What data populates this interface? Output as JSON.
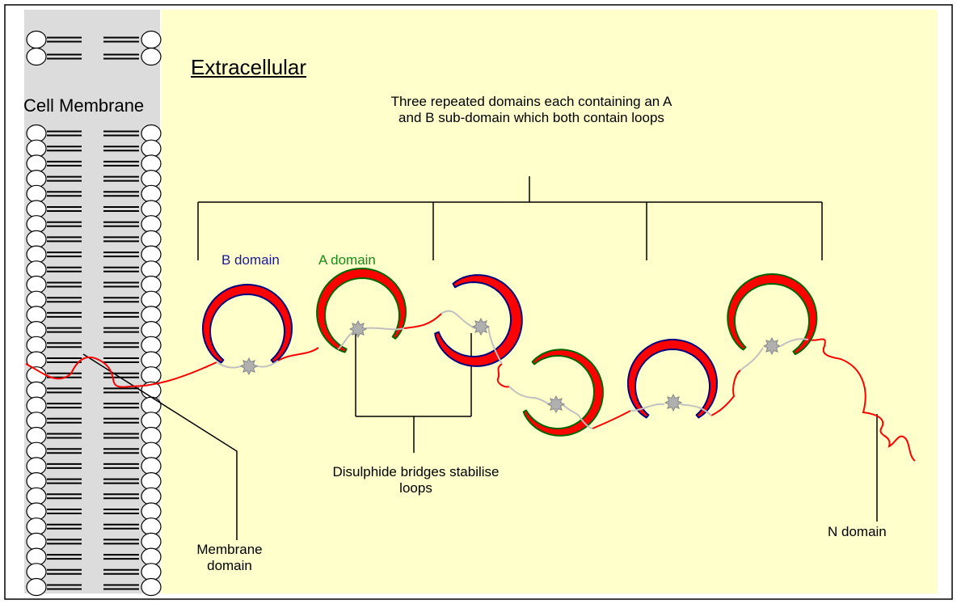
{
  "title": "Extracellular",
  "labels": {
    "cell_membrane": "Cell Membrane",
    "repeated_domains": "Three repeated domains each containing an A and B sub-domain which both contain loops",
    "b_domain": "B domain",
    "a_domain": "A domain",
    "disulphide": "Disulphide bridges stabilise loops",
    "membrane_domain": "Membrane domain",
    "n_domain": "N domain"
  },
  "colors": {
    "extracellular_bg": "#ffffcc",
    "membrane_bg": "#dcdcdc",
    "chain_red": "#ff0000",
    "b_domain_outline": "#00007f",
    "a_domain_outline": "#006600",
    "linker_grey": "#c0c0c0",
    "bridge_grey": "#b0b0b0"
  }
}
